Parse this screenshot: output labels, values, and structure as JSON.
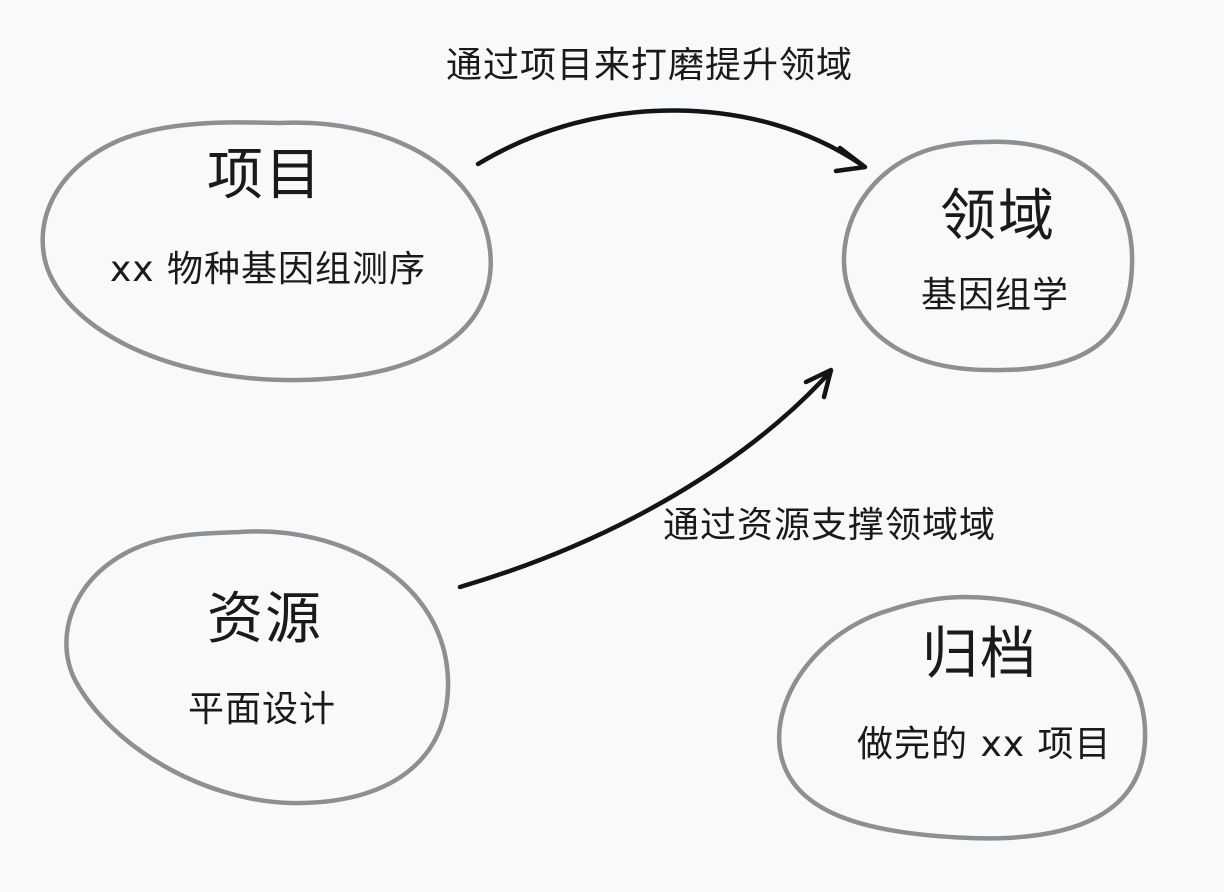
{
  "nodes": {
    "project": {
      "title": "项目",
      "subtitle": "xx 物种基因组测序"
    },
    "domain": {
      "title": "领域",
      "subtitle": "基因组学"
    },
    "resource": {
      "title": "资源",
      "subtitle": "平面设计"
    },
    "archive": {
      "title": "归档",
      "subtitle": "做完的 xx 项目"
    }
  },
  "edges": {
    "project_to_domain": {
      "label": "通过项目来打磨提升领域"
    },
    "resource_to_domain": {
      "label": "通过资源支撑领域域"
    }
  },
  "colors": {
    "background": "#f8f9fa",
    "blob_stroke": "#8f8f8f",
    "arrow": "#141414",
    "text": "#1a1a1a"
  }
}
